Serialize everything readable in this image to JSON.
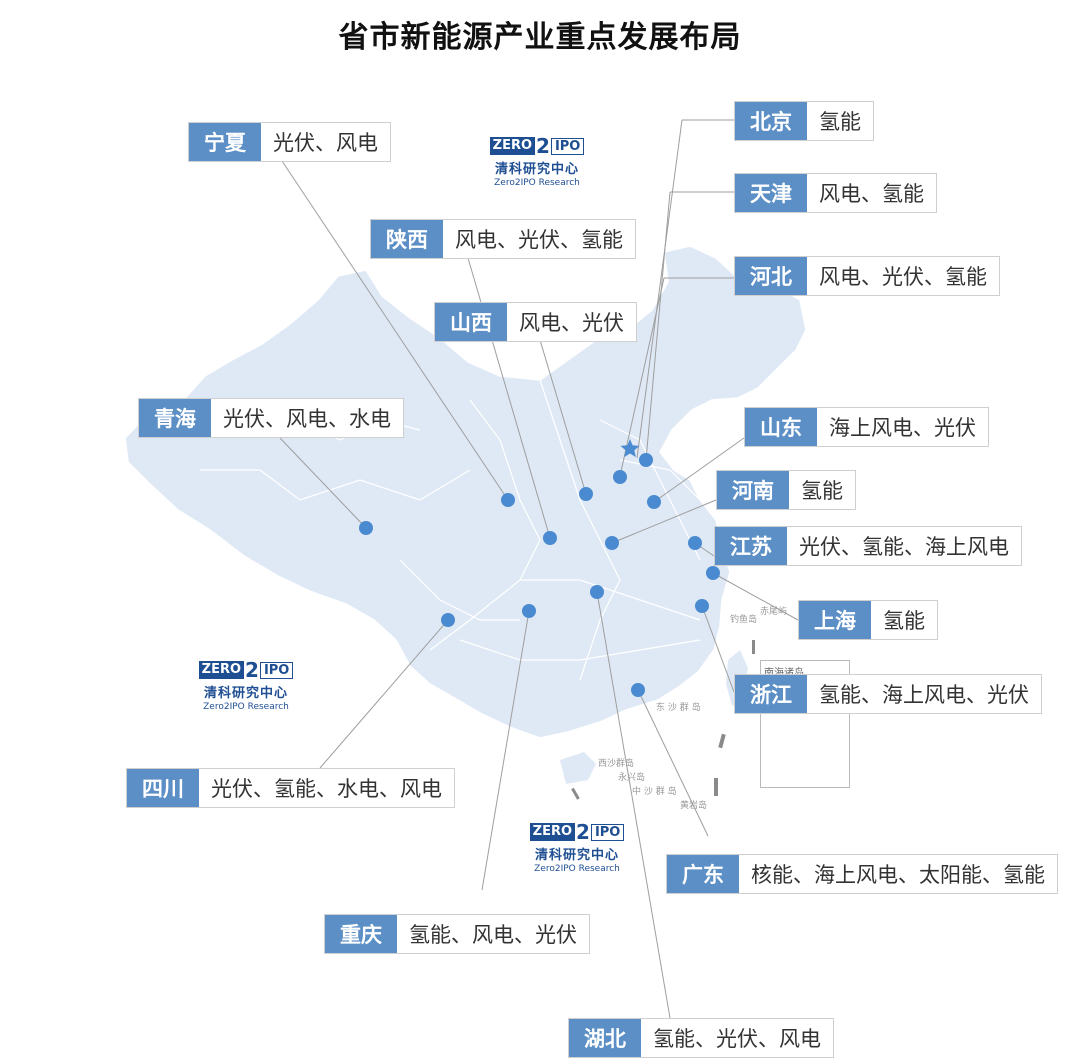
{
  "title": "省市新能源产业重点发展布局",
  "colors": {
    "map_fill": "#dfe9f5",
    "marker": "#4a8ad1",
    "label_bg": "#5b8fc6",
    "leader_line": "#9e9e9e"
  },
  "icons": {
    "capital": "star-icon",
    "province": "dot-marker-icon"
  },
  "provinces": [
    {
      "name": "宁夏",
      "industries": "光伏、风电"
    },
    {
      "name": "陕西",
      "industries": "风电、光伏、氢能"
    },
    {
      "name": "山西",
      "industries": "风电、光伏"
    },
    {
      "name": "青海",
      "industries": "光伏、风电、水电"
    },
    {
      "name": "四川",
      "industries": "光伏、氢能、水电、风电"
    },
    {
      "name": "重庆",
      "industries": "氢能、风电、光伏"
    },
    {
      "name": "湖北",
      "industries": "氢能、光伏、风电"
    },
    {
      "name": "北京",
      "industries": "氢能"
    },
    {
      "name": "天津",
      "industries": "风电、氢能"
    },
    {
      "name": "河北",
      "industries": "风电、光伏、氢能"
    },
    {
      "name": "山东",
      "industries": "海上风电、光伏"
    },
    {
      "name": "河南",
      "industries": "氢能"
    },
    {
      "name": "江苏",
      "industries": "光伏、氢能、海上风电"
    },
    {
      "name": "上海",
      "industries": "氢能"
    },
    {
      "name": "浙江",
      "industries": "氢能、海上风电、光伏"
    },
    {
      "name": "广东",
      "industries": "核能、海上风电、太阳能、氢能"
    }
  ],
  "logo": {
    "zero": "ZERO",
    "two": "2",
    "ipo": "IPO",
    "cn": "清科研究中心",
    "en": "Zero2IPO Research"
  },
  "map_text": {
    "inset_title": "南海诸岛",
    "xisha": "西沙群岛",
    "zhongsha": "中 沙 群 岛",
    "dongsha": "东 沙 群 岛",
    "yongxing": "永兴岛",
    "huangyan": "黄岩岛",
    "diaoyu": "钓鱼岛",
    "chiwei": "赤尾屿"
  }
}
